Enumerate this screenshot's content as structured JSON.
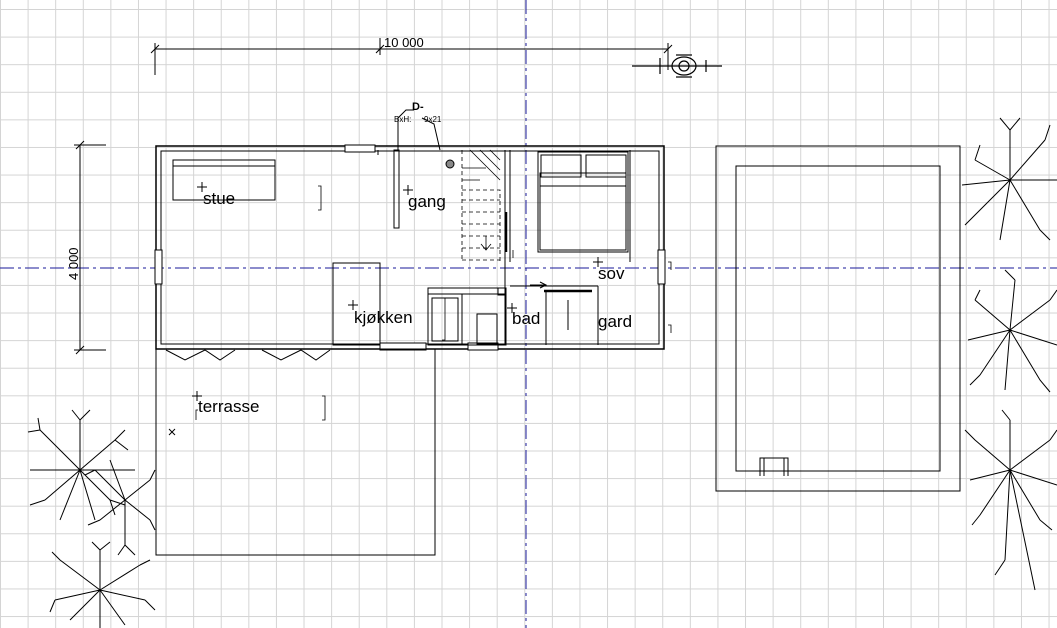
{
  "plan": {
    "dimensions": {
      "width": "10 000",
      "depth": "4 000"
    },
    "door": {
      "tag": "D-",
      "size_label": "BxH:",
      "size_value": "9x21"
    },
    "rooms": {
      "stue": "stue",
      "gang": "gang",
      "sov": "sov",
      "kjokken": "kjøkken",
      "bad": "bad",
      "gard": "gard",
      "terrasse": "terrasse"
    },
    "colors": {
      "axis_line": "#1a1a9a",
      "grid": "#d4d4d4",
      "wall": "#000000"
    }
  }
}
